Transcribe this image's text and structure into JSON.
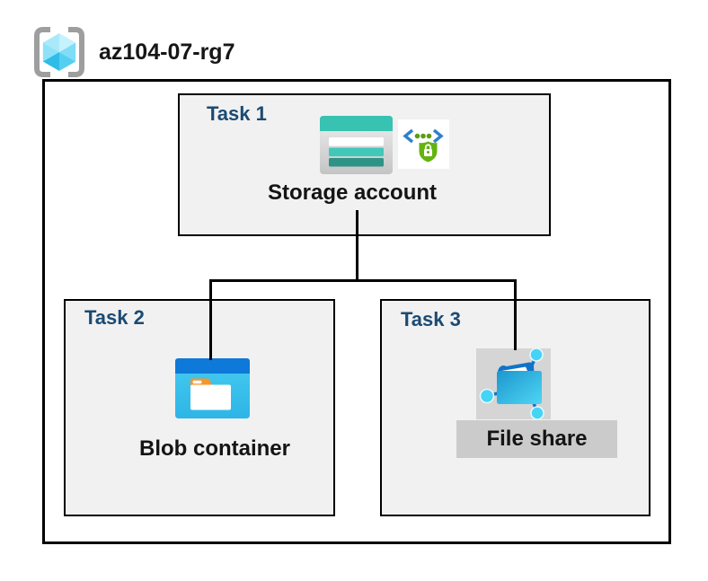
{
  "header": {
    "title": "az104-07-rg7",
    "icon": "resource-group-icon"
  },
  "diagram": {
    "tasks": [
      {
        "label": "Task 1",
        "item": "Storage account",
        "icons": [
          "storage-account-icon",
          "sas-secure-access-icon"
        ]
      },
      {
        "label": "Task 2",
        "item": "Blob container",
        "icons": [
          "blob-container-icon"
        ]
      },
      {
        "label": "Task 3",
        "item": "File share",
        "icons": [
          "file-share-icon"
        ]
      }
    ],
    "connections": [
      {
        "from": "Storage account",
        "to": "Blob container"
      },
      {
        "from": "Storage account",
        "to": "File share"
      }
    ]
  },
  "colors": {
    "task_label_navy": "#1B4A73",
    "box_fill": "#F1F1F1",
    "border_black": "#000000",
    "storage_teal": "#37C2B1",
    "storage_teal_dark": "#2E9287",
    "blob_header_blue": "#0E79D8",
    "blob_body_cyan": "#35BCE8",
    "folder_tab_orange": "#F5952C",
    "shield_green": "#64B30E",
    "bracket_blue": "#2E80CE",
    "file_share_icon_bg": "#D5D5D5",
    "file_share_label_band": "#CBCBCB",
    "cube_cyan": "#49C9EE",
    "bracket_gray": "#9E9E9E"
  }
}
